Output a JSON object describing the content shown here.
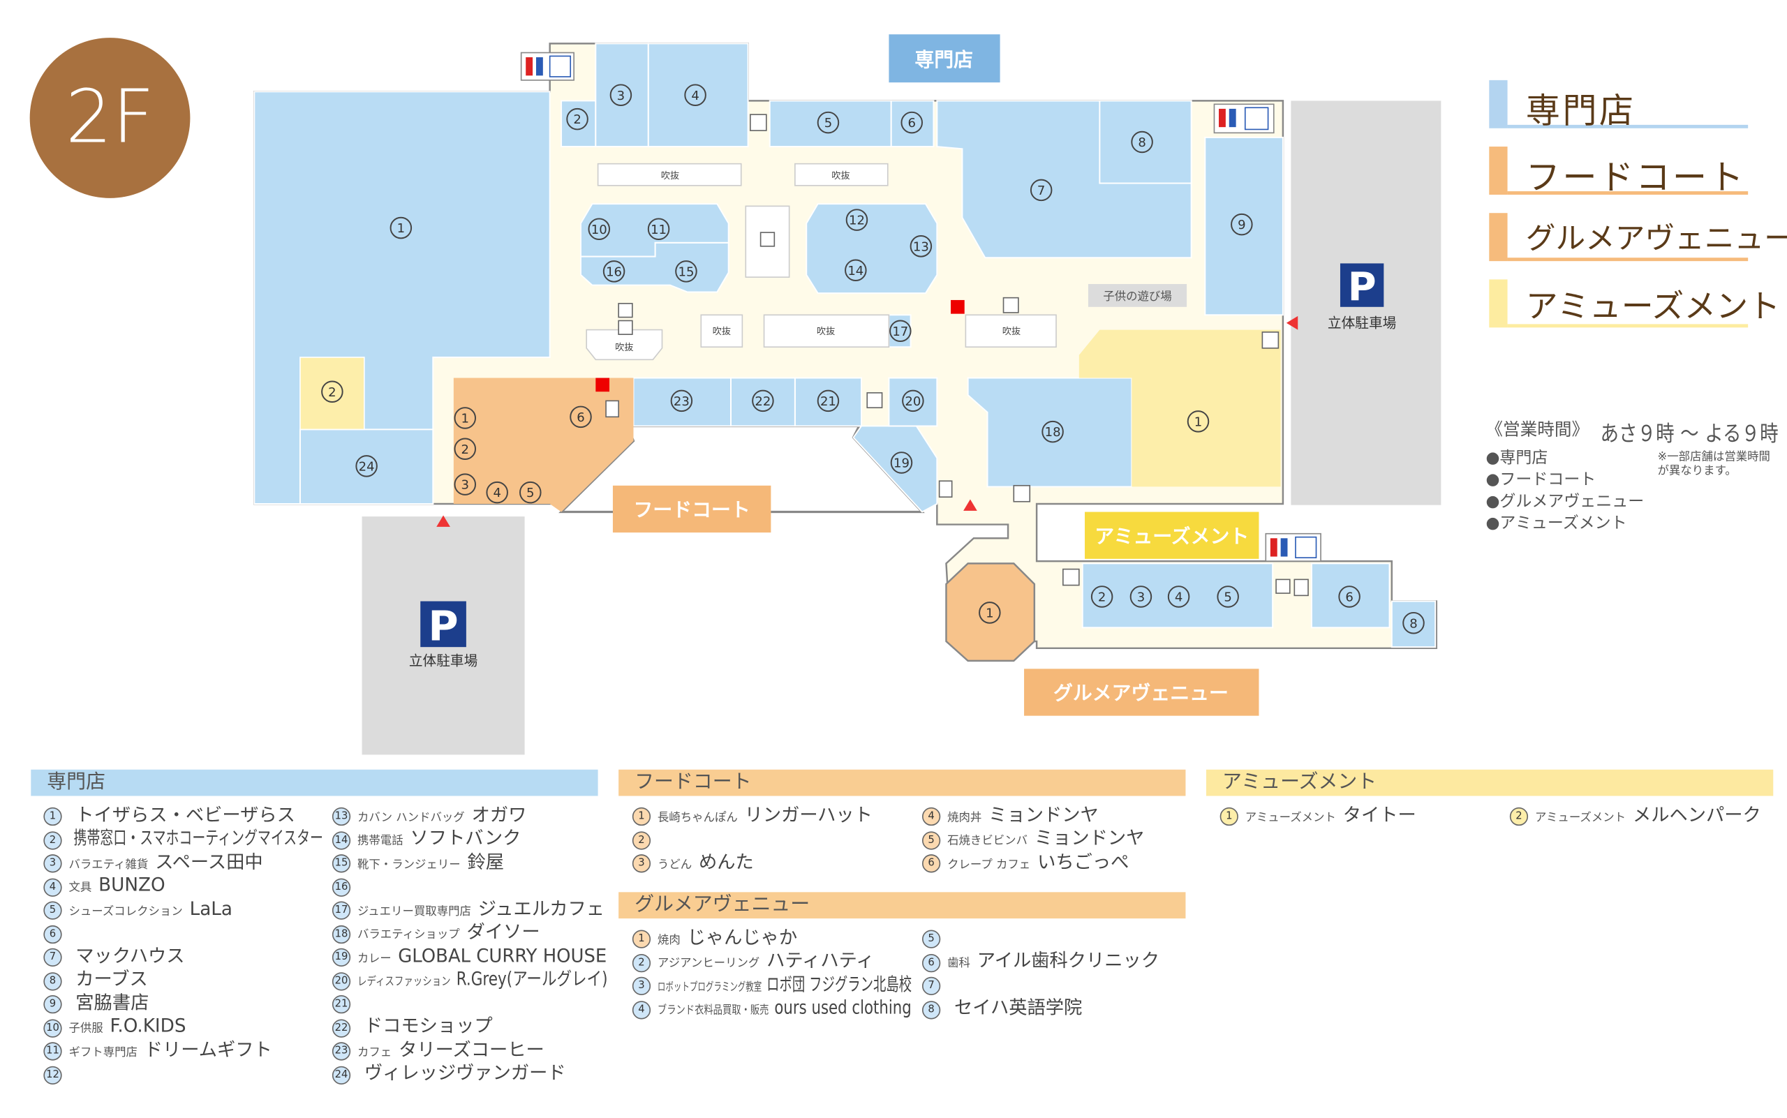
{
  "floor": {
    "label": "2F"
  },
  "colors": {
    "specialty": "#b9dcf4",
    "food": "#f7c38b",
    "gourmet": "#f7c38b",
    "amusement": "#fdeeaa",
    "floor_brown": "#a8713f",
    "parking": "#1c3e8c"
  },
  "map": {
    "specialty_tag": "専門店",
    "foodcourt_tag": "フードコート",
    "amusement_tag": "アミューズメント",
    "gourmet_tag": "グルメアヴェニュー",
    "atrium": "吹抜",
    "kids_area": "子供の遊び場",
    "parking_label": "立体駐車場",
    "parking_p": "P",
    "specialty_nums": [
      "1",
      "2",
      "3",
      "4",
      "5",
      "6",
      "7",
      "8",
      "9",
      "10",
      "11",
      "12",
      "13",
      "14",
      "15",
      "16",
      "17",
      "18",
      "19",
      "20",
      "21",
      "22",
      "23",
      "24"
    ],
    "food_nums": [
      "1",
      "2",
      "3",
      "4",
      "5",
      "6"
    ],
    "amusement_nums": [
      "1",
      "2"
    ],
    "gourmet_nums": [
      "1",
      "2",
      "3",
      "4",
      "5",
      "6",
      "8"
    ]
  },
  "legend": [
    "専門店",
    "フードコート",
    "グルメアヴェニュー",
    "アミューズメント"
  ],
  "hours": {
    "title": "《営業時間》",
    "items": [
      "●専門店",
      "●フードコート",
      "●グルメアヴェニュー",
      "●アミューズメント"
    ],
    "time": "あさ９時 〜 よる９時",
    "note": "※一部店舗は営業時間が異なります。"
  },
  "specialty": {
    "title": "専門店",
    "stores": [
      {
        "n": "1",
        "cat": "",
        "name": "トイザらス・ベビーザらス"
      },
      {
        "n": "2",
        "cat": "",
        "name": "携帯窓口・スマホコーティングマイスター"
      },
      {
        "n": "3",
        "cat": "バラエティ雑貨",
        "name": "スペース田中"
      },
      {
        "n": "4",
        "cat": "文具",
        "name": "BUNZO"
      },
      {
        "n": "5",
        "cat": "シューズコレクション",
        "name": "LaLa"
      },
      {
        "n": "6",
        "cat": "",
        "name": ""
      },
      {
        "n": "7",
        "cat": "",
        "name": "マックハウス"
      },
      {
        "n": "8",
        "cat": "",
        "name": "カーブス"
      },
      {
        "n": "9",
        "cat": "",
        "name": "宮脇書店"
      },
      {
        "n": "10",
        "cat": "子供服",
        "name": "F.O.KIDS"
      },
      {
        "n": "11",
        "cat": "ギフト専門店",
        "name": "ドリームギフト"
      },
      {
        "n": "12",
        "cat": "",
        "name": ""
      },
      {
        "n": "13",
        "cat": "カバン ハンドバッグ",
        "name": "オガワ"
      },
      {
        "n": "14",
        "cat": "携帯電話",
        "name": "ソフトバンク"
      },
      {
        "n": "15",
        "cat": "靴下・ランジェリー",
        "name": "鈴屋"
      },
      {
        "n": "16",
        "cat": "",
        "name": ""
      },
      {
        "n": "17",
        "cat": "ジュエリー買取専門店",
        "name": "ジュエルカフェ"
      },
      {
        "n": "18",
        "cat": "バラエティショップ",
        "name": "ダイソー"
      },
      {
        "n": "19",
        "cat": "カレー",
        "name": "GLOBAL CURRY HOUSE"
      },
      {
        "n": "20",
        "cat": "レディスファッション",
        "name": "R.Grey(アールグレイ)"
      },
      {
        "n": "21",
        "cat": "",
        "name": ""
      },
      {
        "n": "22",
        "cat": "",
        "name": "ドコモショップ"
      },
      {
        "n": "23",
        "cat": "カフェ",
        "name": "タリーズコーヒー"
      },
      {
        "n": "24",
        "cat": "",
        "name": "ヴィレッジヴァンガード"
      }
    ]
  },
  "foodcourt": {
    "title": "フードコート",
    "stores": [
      {
        "n": "1",
        "cat": "長崎ちゃんぽん",
        "name": "リンガーハット"
      },
      {
        "n": "2",
        "cat": "",
        "name": ""
      },
      {
        "n": "3",
        "cat": "うどん",
        "name": "めんた"
      },
      {
        "n": "4",
        "cat": "焼肉丼",
        "name": "ミョンドンヤ"
      },
      {
        "n": "5",
        "cat": "石焼きビビンバ",
        "name": "ミョンドンヤ"
      },
      {
        "n": "6",
        "cat": "クレープ カフェ",
        "name": "いちごっぺ"
      }
    ]
  },
  "gourmet": {
    "title": "グルメアヴェニュー",
    "stores": [
      {
        "n": "1",
        "cat": "焼肉",
        "name": "じゃんじゃか"
      },
      {
        "n": "2",
        "cat": "アジアンヒーリング",
        "name": "ハティハティ"
      },
      {
        "n": "3",
        "cat": "ロボットプログラミング教室",
        "name": "ロボ団 フジグラン北島校"
      },
      {
        "n": "4",
        "cat": "ブランド衣料品買取・販売",
        "name": "ours used clothing"
      },
      {
        "n": "5",
        "cat": "",
        "name": ""
      },
      {
        "n": "6",
        "cat": "歯科",
        "name": "アイル歯科クリニック"
      },
      {
        "n": "7",
        "cat": "",
        "name": ""
      },
      {
        "n": "8",
        "cat": "",
        "name": "セイハ英語学院"
      }
    ]
  },
  "amusement": {
    "title": "アミューズメント",
    "stores": [
      {
        "n": "1",
        "cat": "アミューズメント",
        "name": "タイトー"
      },
      {
        "n": "2",
        "cat": "アミューズメント",
        "name": "メルヘンパーク"
      }
    ]
  }
}
